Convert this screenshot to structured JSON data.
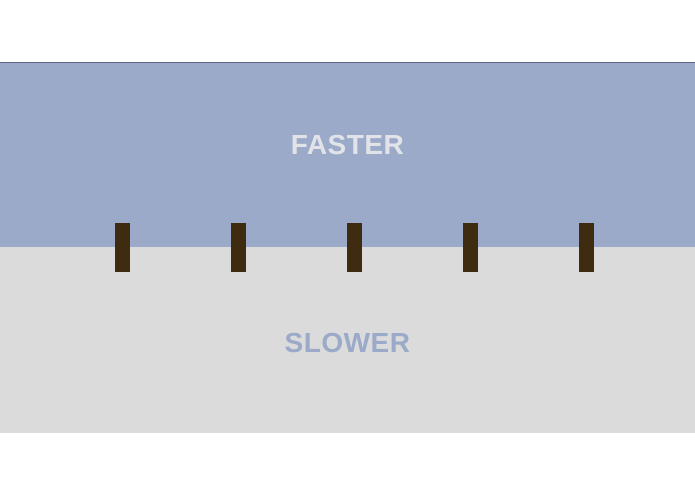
{
  "zones": {
    "top": {
      "label": "FASTER",
      "background": "#9aaac8",
      "text_color": "#e1e3e8"
    },
    "bottom": {
      "label": "SLOWER",
      "background": "#dbdbdb",
      "text_color": "#9aaac8"
    }
  },
  "posts": {
    "count": 5,
    "color": "#3f2b10"
  }
}
